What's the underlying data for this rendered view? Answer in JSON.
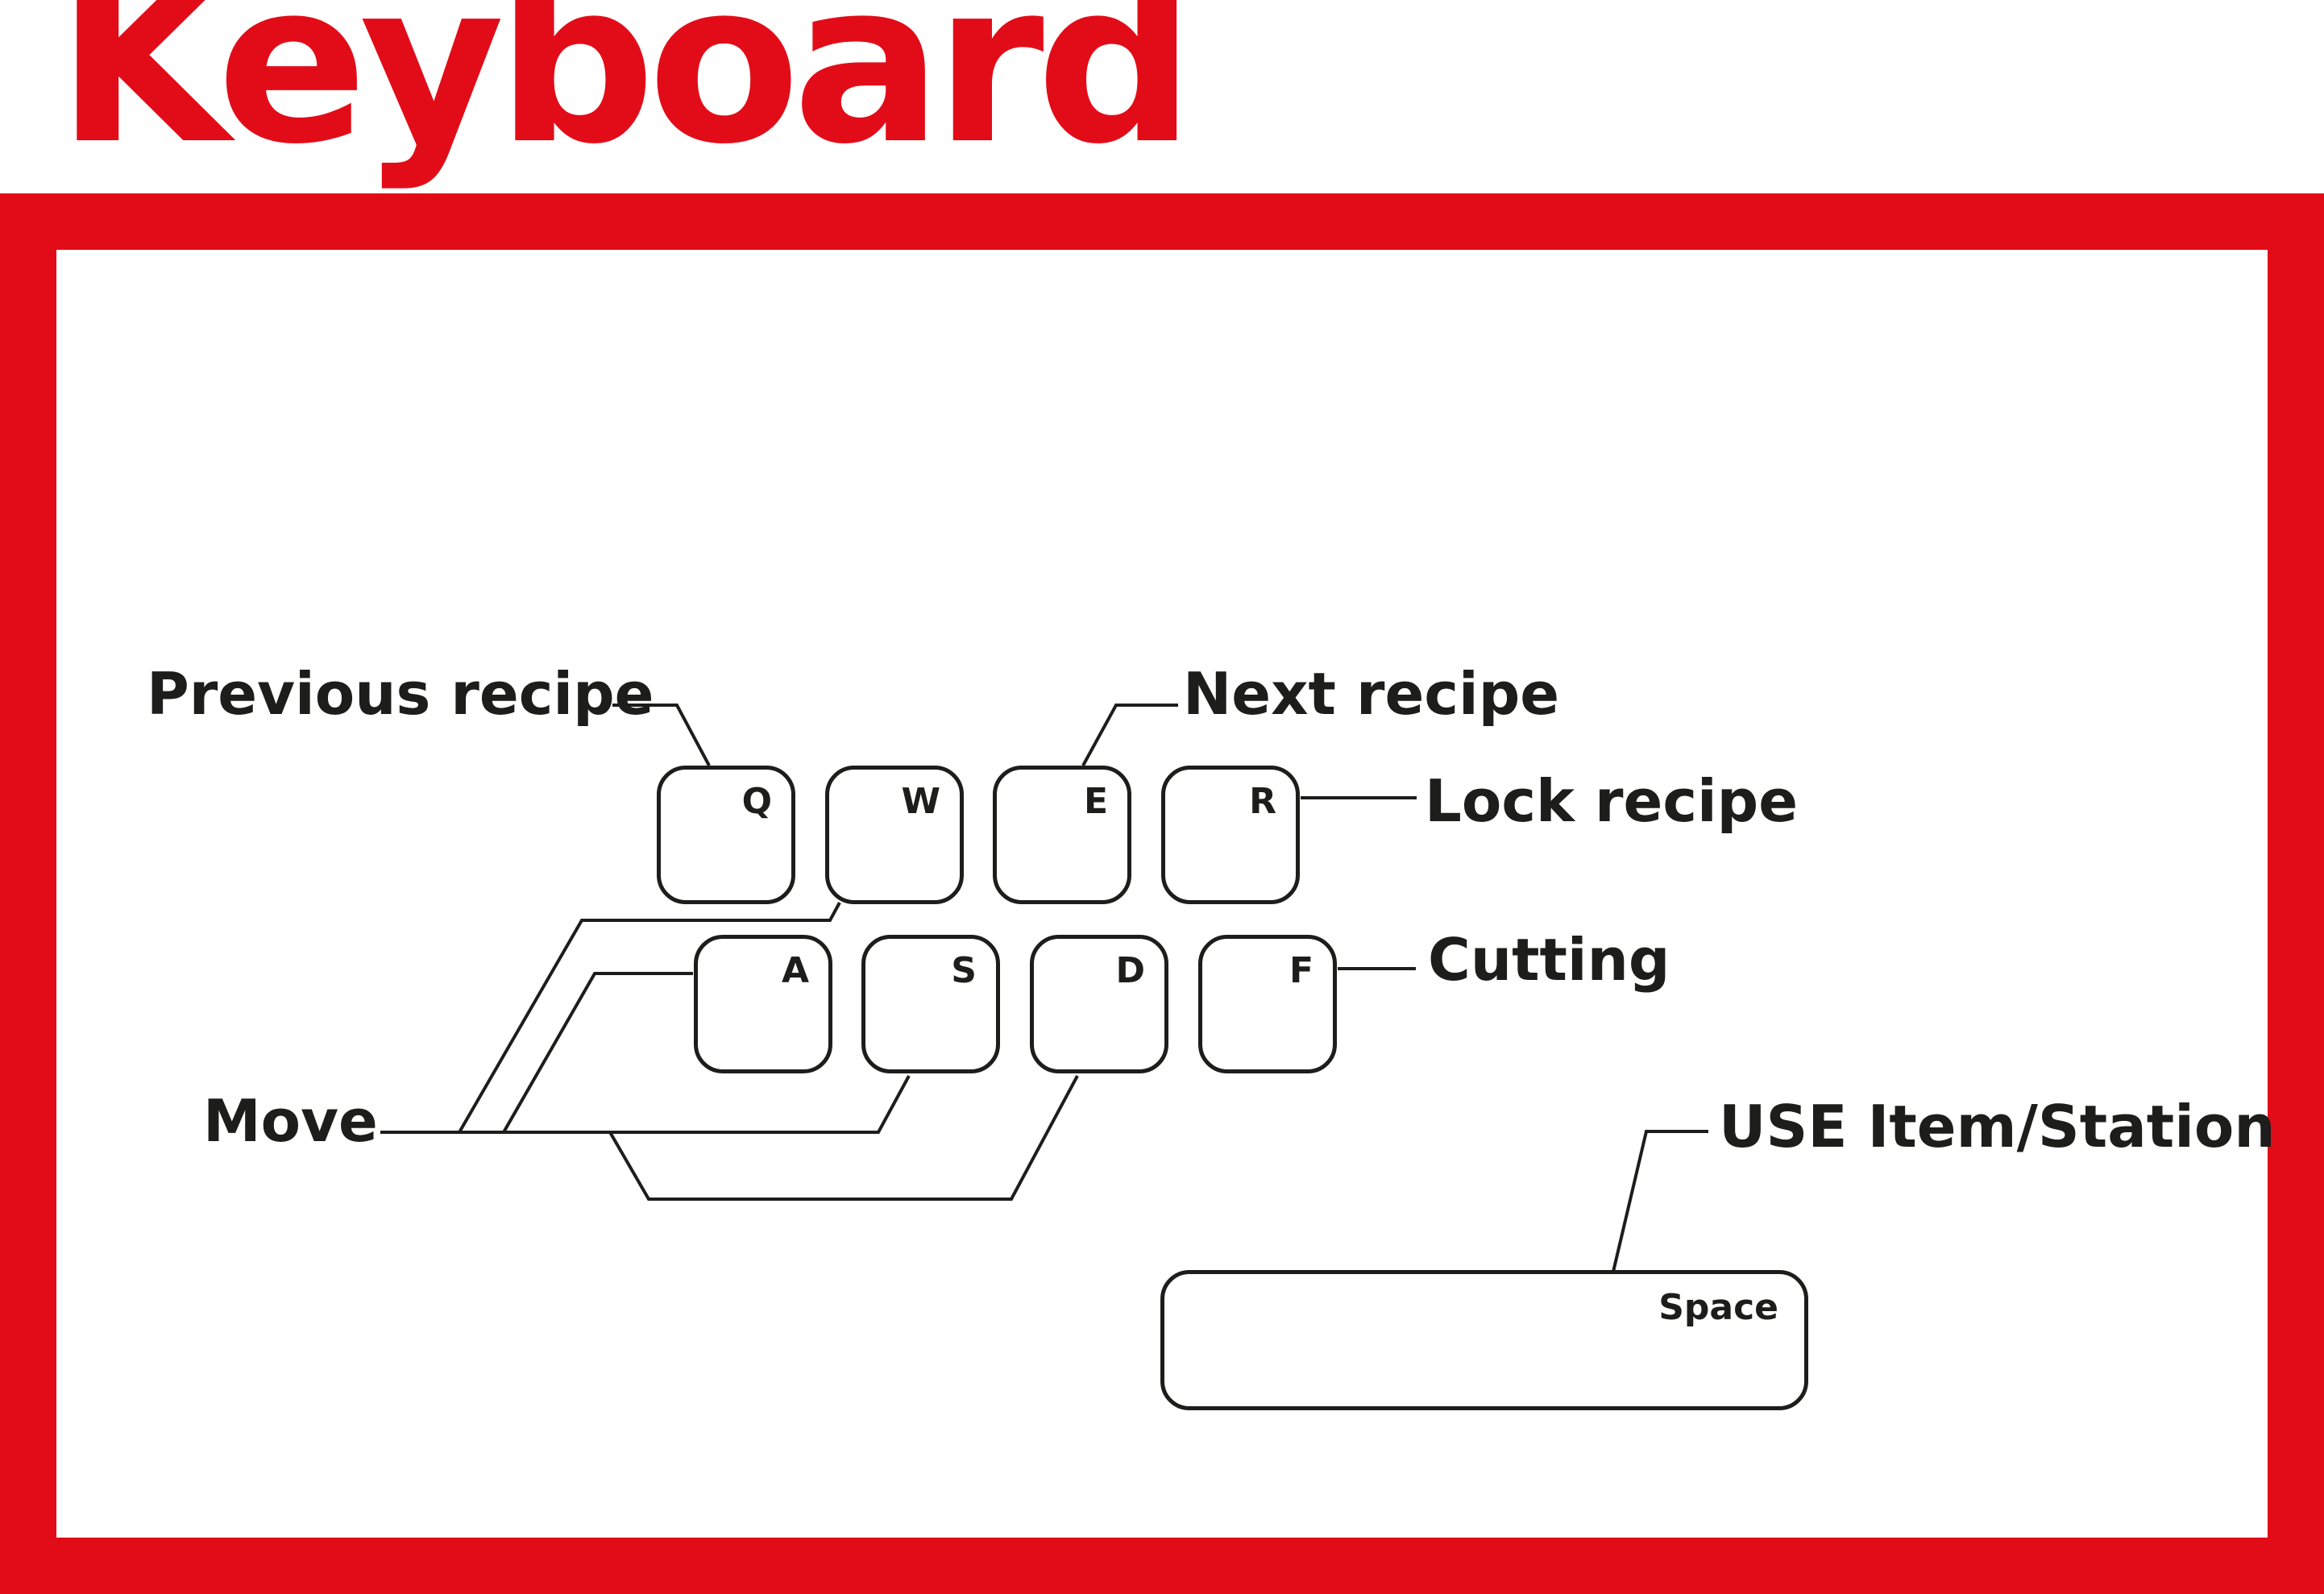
{
  "title": "Keyboard",
  "colors": {
    "accent": "#e20c18",
    "ink": "#1d1d1b"
  },
  "keys": {
    "q": "Q",
    "w": "W",
    "e": "E",
    "r": "R",
    "a": "A",
    "s": "S",
    "d": "D",
    "f": "F",
    "space": "Space"
  },
  "labels": {
    "previous_recipe": "Previous recipe",
    "next_recipe": "Next recipe",
    "lock_recipe": "Lock recipe",
    "cutting": "Cutting",
    "move": "Move",
    "use_item_station": "USE Item/Station"
  }
}
